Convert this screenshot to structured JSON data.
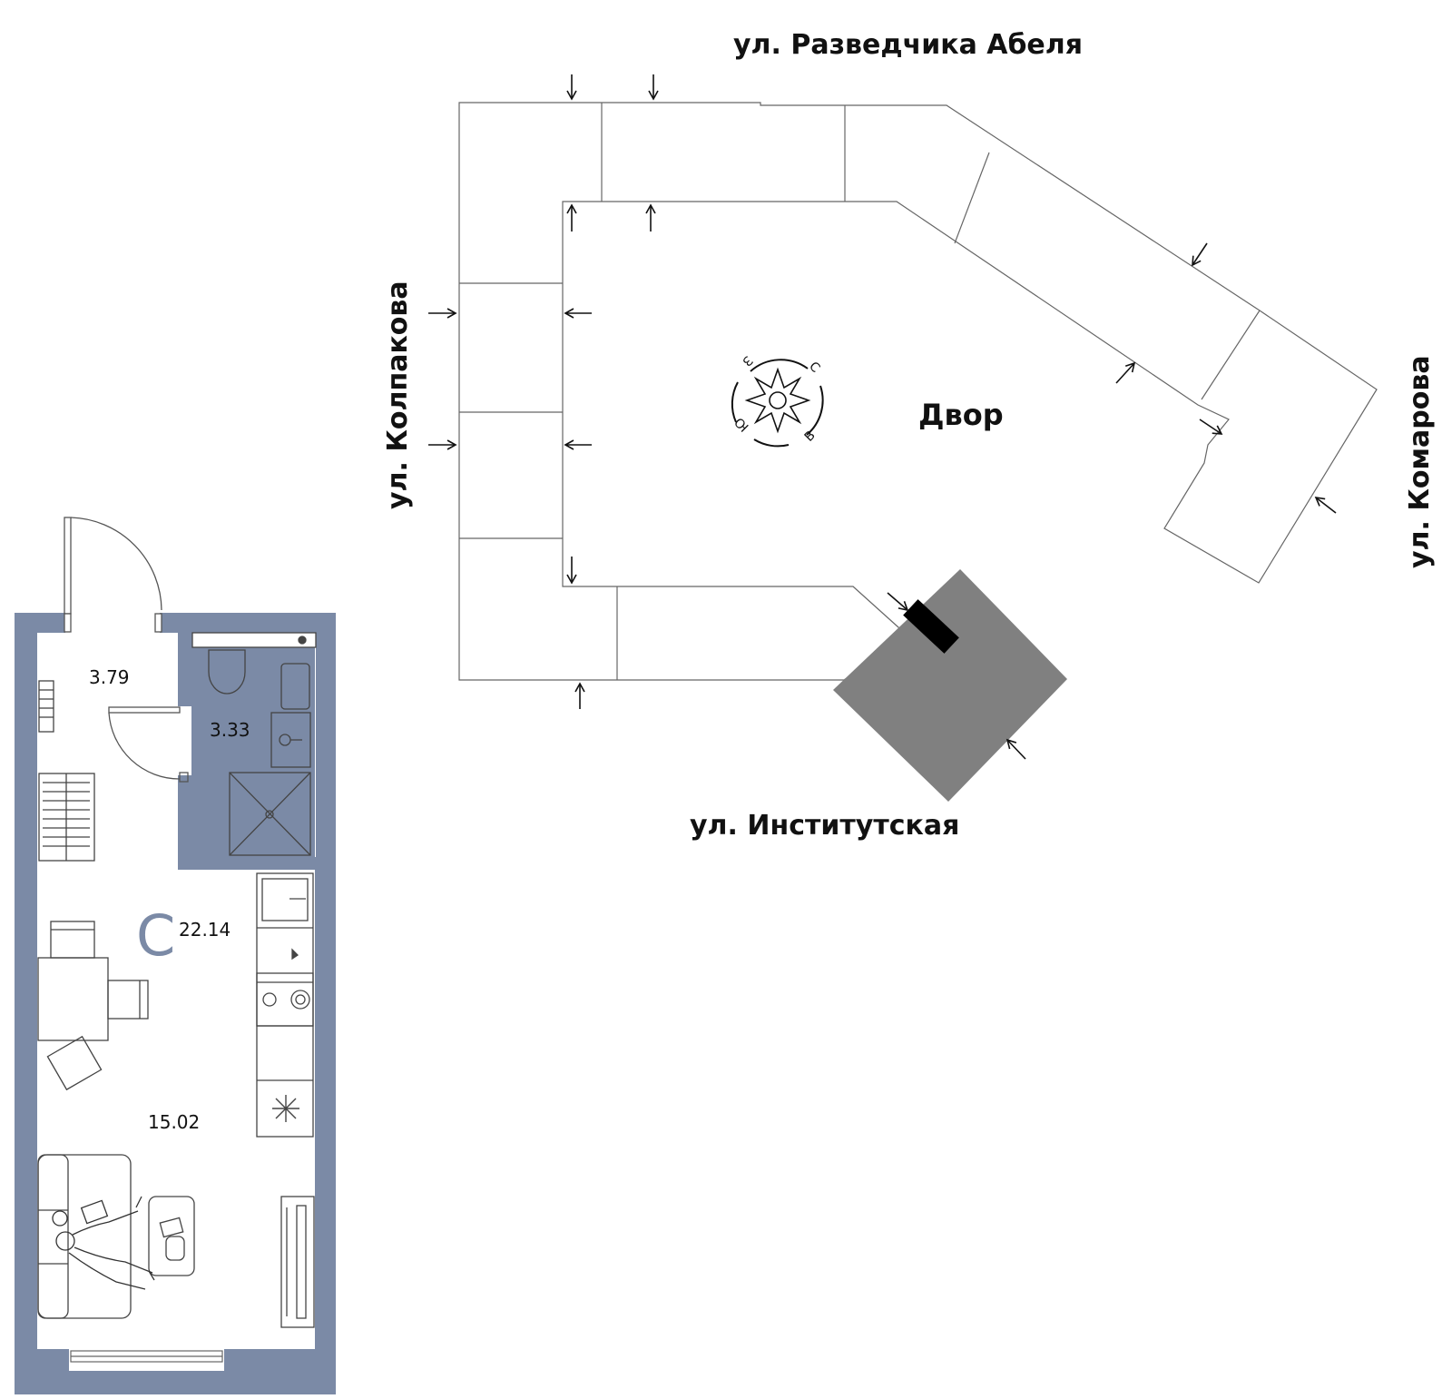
{
  "site_plan": {
    "streets": {
      "north": "ул. Разведчика Абеля",
      "west": "ул. Колпакова",
      "east": "ул. Комарова",
      "south": "ул. Институтская"
    },
    "yard_label": "Двор",
    "compass_letters": {
      "n": "С",
      "e": "В",
      "s": "Ю",
      "w": "З"
    }
  },
  "apartment": {
    "type_letter": "С",
    "total_area": "22.14",
    "rooms": [
      {
        "name": "hallway",
        "area": "3.79"
      },
      {
        "name": "bathroom",
        "area": "3.33"
      },
      {
        "name": "living-room",
        "area": "15.02"
      }
    ]
  },
  "colors": {
    "wall": "#7b8aa6",
    "type_letter": "#7b8aa6",
    "highlight_section": "#808080",
    "line": "#555555",
    "text": "#111111"
  }
}
